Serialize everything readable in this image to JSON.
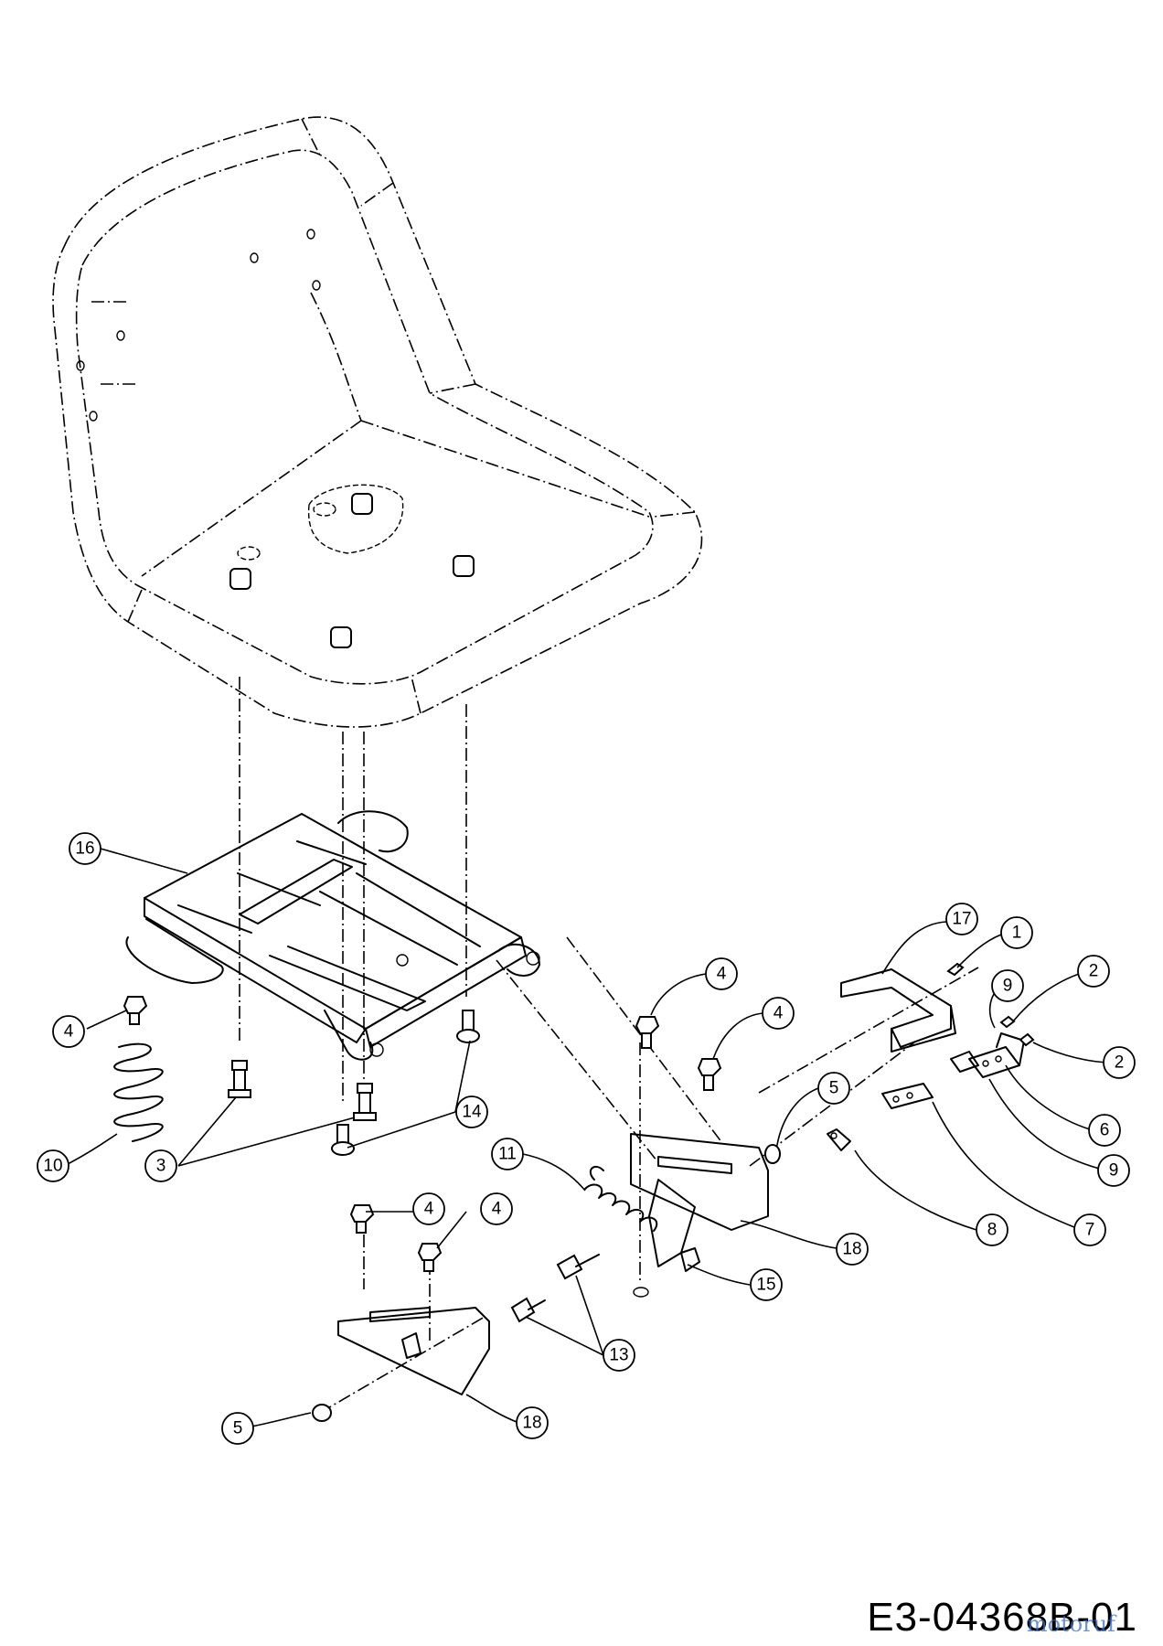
{
  "drawing_code": "E3-04368B-01",
  "watermark": "motoruf",
  "callouts": [
    {
      "id": "c16",
      "label": "16"
    },
    {
      "id": "c17",
      "label": "17"
    },
    {
      "id": "c1",
      "label": "1"
    },
    {
      "id": "c2a",
      "label": "2"
    },
    {
      "id": "c2b",
      "label": "2"
    },
    {
      "id": "c9a",
      "label": "9"
    },
    {
      "id": "c9b",
      "label": "9"
    },
    {
      "id": "c4a",
      "label": "4"
    },
    {
      "id": "c4b",
      "label": "4"
    },
    {
      "id": "c4c",
      "label": "4"
    },
    {
      "id": "c4d",
      "label": "4"
    },
    {
      "id": "c4e",
      "label": "4"
    },
    {
      "id": "c5a",
      "label": "5"
    },
    {
      "id": "c5b",
      "label": "5"
    },
    {
      "id": "c6",
      "label": "6"
    },
    {
      "id": "c7",
      "label": "7"
    },
    {
      "id": "c8",
      "label": "8"
    },
    {
      "id": "c10",
      "label": "10"
    },
    {
      "id": "c3",
      "label": "3"
    },
    {
      "id": "c14",
      "label": "14"
    },
    {
      "id": "c11",
      "label": "11"
    },
    {
      "id": "c18a",
      "label": "18"
    },
    {
      "id": "c18b",
      "label": "18"
    },
    {
      "id": "c15",
      "label": "15"
    },
    {
      "id": "c13",
      "label": "13"
    }
  ]
}
